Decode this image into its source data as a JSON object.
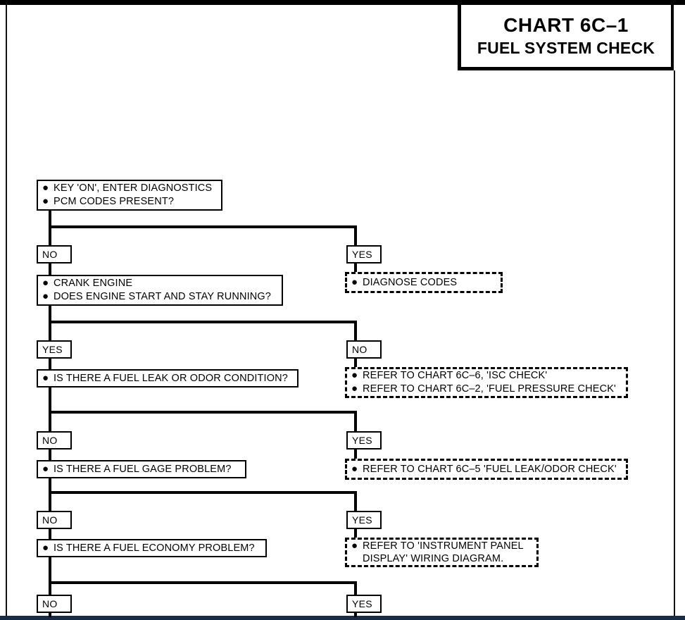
{
  "title": {
    "line1": "CHART 6C–1",
    "line2": "FUEL SYSTEM CHECK"
  },
  "labels": {
    "no": "NO",
    "yes": "YES"
  },
  "bullet_glyph": "●",
  "colors": {
    "ink": "#000000",
    "paper": "#ffffff",
    "page_edge": "#1b2b44"
  },
  "flow": {
    "step1": {
      "name": "key-on-enter-diagnostics",
      "bullets": [
        "KEY 'ON', ENTER DIAGNOSTICS",
        "PCM CODES PRESENT?"
      ],
      "branch_no": "NO",
      "branch_yes": "YES"
    },
    "step1_yes_action": {
      "name": "diagnose-codes",
      "bullets": [
        "DIAGNOSE CODES"
      ]
    },
    "step2": {
      "name": "crank-engine",
      "bullets": [
        "CRANK ENGINE",
        "DOES ENGINE START AND STAY RUNNING?"
      ],
      "branch_yes": "YES",
      "branch_no": "NO"
    },
    "step2_no_action": {
      "name": "isc-and-fuel-pressure-check",
      "bullets": [
        "REFER TO CHART 6C–6, 'ISC CHECK'",
        "REFER TO CHART 6C–2, 'FUEL PRESSURE CHECK'"
      ]
    },
    "step3": {
      "name": "fuel-leak-or-odor",
      "bullets": [
        "IS THERE A FUEL LEAK OR ODOR CONDITION?"
      ],
      "branch_no": "NO",
      "branch_yes": "YES"
    },
    "step3_yes_action": {
      "name": "fuel-leak-odor-check",
      "bullets": [
        "REFER TO CHART 6C–5 'FUEL LEAK/ODOR CHECK'"
      ]
    },
    "step4": {
      "name": "fuel-gage-problem",
      "bullets": [
        "IS THERE A FUEL GAGE PROBLEM?"
      ],
      "branch_no": "NO",
      "branch_yes": "YES"
    },
    "step4_yes_action": {
      "name": "instrument-panel-display-wiring",
      "bullets": [
        "REFER TO 'INSTRUMENT PANEL\nDISPLAY' WIRING DIAGRAM."
      ]
    },
    "step5": {
      "name": "fuel-economy-problem",
      "bullets": [
        "IS THERE A FUEL ECONOMY PROBLEM?"
      ],
      "branch_no": "NO",
      "branch_yes": "YES"
    }
  }
}
